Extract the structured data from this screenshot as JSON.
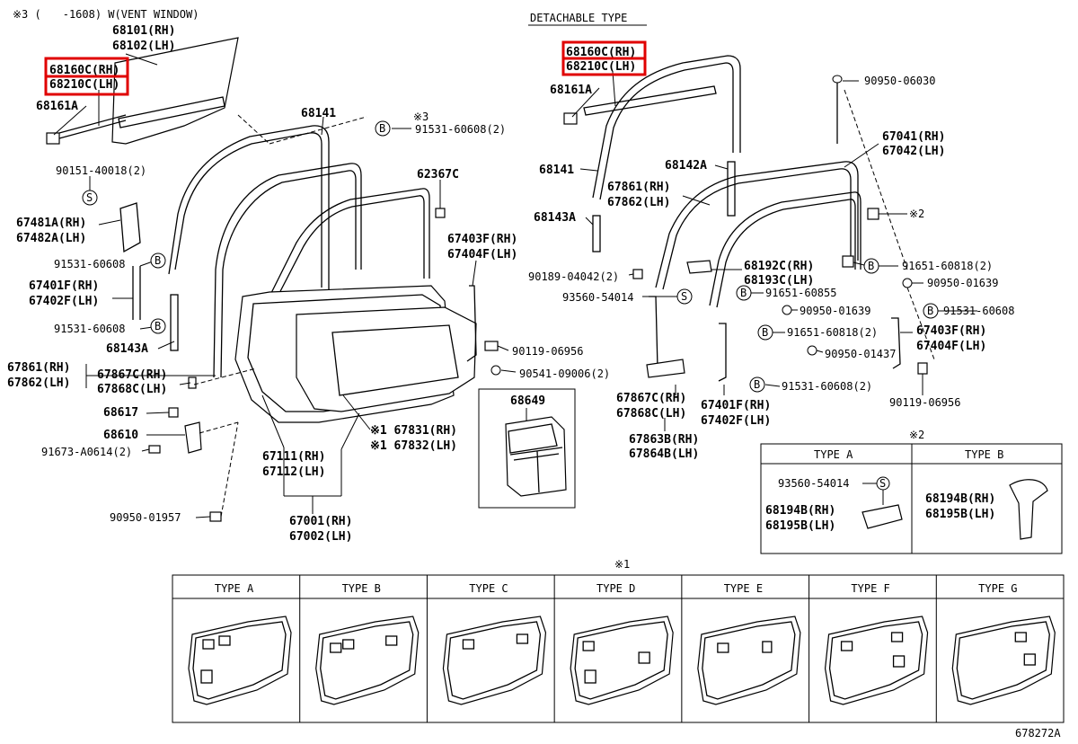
{
  "header": {
    "vent_note": "※3 (　　-1608) W(VENT WINDOW)",
    "detachable": "DETACHABLE TYPE",
    "figure_id": "678272A"
  },
  "marks": {
    "B": "B",
    "S": "S",
    "note1": "※1",
    "note2": "※2",
    "note3": "※3"
  },
  "left_labels": {
    "p68101": "68101(RH)",
    "p68102": "68102(LH)",
    "p68160c": "68160C(RH)",
    "p68210c": "68210C(LH)",
    "p68161a": "68161A",
    "p68141": "68141",
    "p91531_2": "91531-60608(2)",
    "p90151": "90151-40018(2)",
    "p62367c": "62367C",
    "p67481a": "67481A(RH)",
    "p67482a": "67482A(LH)",
    "p91531a": "91531-60608",
    "p67401f": "67401F(RH)",
    "p67402f": "67402F(LH)",
    "p91531b": "91531-60608",
    "p68143a": "68143A",
    "p67403f": "67403F(RH)",
    "p67404f": "67404F(LH)",
    "p90119": "90119-06956",
    "p90541": "90541-09006(2)",
    "p67861": "67861(RH)",
    "p67862": "67862(LH)",
    "p67867c": "67867C(RH)",
    "p67868c": "67868C(LH)",
    "p68617": "68617",
    "p68610": "68610",
    "p91673": "91673-A0614(2)",
    "p67831": "※1 67831(RH)",
    "p67832": "※1 67832(LH)",
    "p68649": "68649",
    "p67111": "67111(RH)",
    "p67112": "67112(LH)",
    "p67001": "67001(RH)",
    "p67002": "67002(LH)",
    "p90950_01957": "90950-01957"
  },
  "right_labels": {
    "p68160c": "68160C(RH)",
    "p68210c": "68210C(LH)",
    "p68161a": "68161A",
    "p90950_06030": "90950-06030",
    "p68141": "68141",
    "p68142a": "68142A",
    "p67041": "67041(RH)",
    "p67042": "67042(LH)",
    "p67861": "67861(RH)",
    "p67862": "67862(LH)",
    "p68143a": "68143A",
    "p90189": "90189-04042(2)",
    "p68192c": "68192C(RH)",
    "p68193c": "68193C(LH)",
    "p91651_2": "91651-60818(2)",
    "p90950_01639a": "90950-01639",
    "p93560": "93560-54014",
    "p91651_60855": "91651-60855",
    "p90950_01639b": "90950-01639",
    "p91531": "91531-60608",
    "p91651b": "91651-60818(2)",
    "p67403f": "67403F(RH)",
    "p67404f": "67404F(LH)",
    "p90950_01437": "90950-01437",
    "p91531_2": "91531-60608(2)",
    "p90119": "90119-06956",
    "p67867c": "67867C(RH)",
    "p67868c": "67868C(LH)",
    "p67401f": "67401F(RH)",
    "p67402f": "67402F(LH)",
    "p67863b": "67863B(RH)",
    "p67864b": "67864B(LH)"
  },
  "type_ab_table": {
    "type_a": "TYPE A",
    "type_b": "TYPE B",
    "a_93560": "93560-54014",
    "a_68194b": "68194B(RH)",
    "a_68195b": "68195B(LH)",
    "b_68194b": "68194B(RH)",
    "b_68195b": "68195B(LH)"
  },
  "type_table": {
    "headers": [
      "TYPE A",
      "TYPE B",
      "TYPE C",
      "TYPE D",
      "TYPE E",
      "TYPE F",
      "TYPE G"
    ]
  }
}
